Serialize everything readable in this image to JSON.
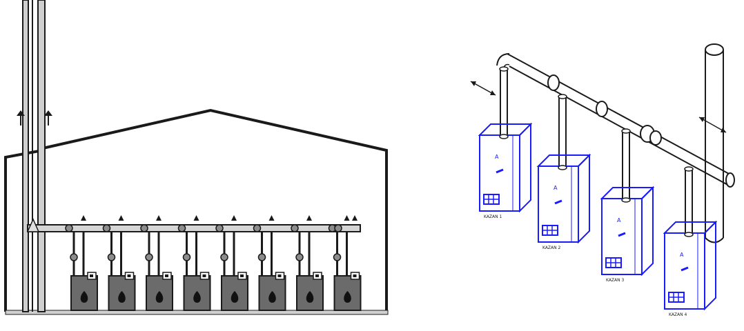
{
  "colors": {
    "line": "#1a1a1a",
    "boiler_fill": "#6b6b6b",
    "valve_fill": "#8c8c8c",
    "boiler_blue": "#1a1aff",
    "background": "#ffffff"
  },
  "left_diagram": {
    "boiler_count": 8,
    "flame_icon": "flame-icon",
    "arrow_icon": "up-arrow-icon"
  },
  "right_diagram": {
    "boilers": [
      {
        "label": "KAZAN 1",
        "tag": "A"
      },
      {
        "label": "KAZAN 2",
        "tag": "A"
      },
      {
        "label": "KAZAN 3",
        "tag": "A"
      },
      {
        "label": "KAZAN 4",
        "tag": "A"
      }
    ]
  }
}
